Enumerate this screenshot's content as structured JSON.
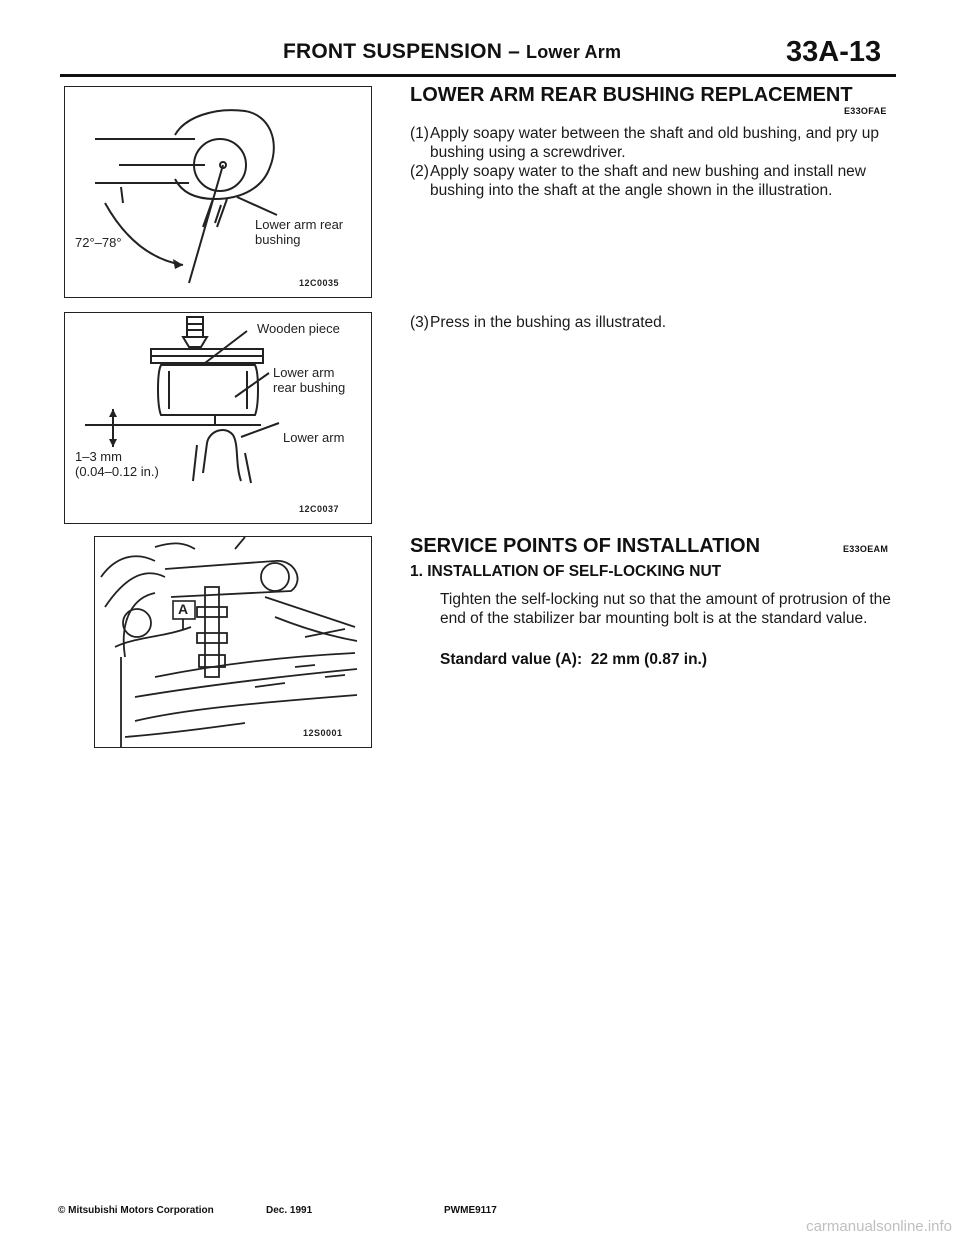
{
  "header": {
    "title": "FRONT SUSPENSION",
    "separator": " – ",
    "subtitle": "Lower Arm",
    "page_number": "33A-13"
  },
  "figures": [
    {
      "code": "12C0035",
      "labels": {
        "angle": "72°–78°",
        "part_line1": "Lower arm rear",
        "part_line2": "bushing"
      }
    },
    {
      "code": "12C0037",
      "labels": {
        "wooden_piece": "Wooden piece",
        "bushing_line1": "Lower arm",
        "bushing_line2": "rear bushing",
        "lower_arm": "Lower arm",
        "dimension_line1": "1–3 mm",
        "dimension_line2": "(0.04–0.12 in.)"
      }
    },
    {
      "code": "12S0001",
      "labels": {
        "marker": "A"
      }
    }
  ],
  "section1": {
    "heading": "LOWER ARM REAR BUSHING REPLACEMENT",
    "code": "E33OFAE",
    "steps": [
      {
        "num": "(1)",
        "text": "Apply soapy water between the shaft and old bushing, and pry up bushing using a screwdriver."
      },
      {
        "num": "(2)",
        "text": "Apply soapy water to the shaft and new bushing and install new bushing into the shaft at the angle shown in the illustration."
      },
      {
        "num": "(3)",
        "text": "Press in the bushing as illustrated."
      }
    ]
  },
  "section2": {
    "heading": "SERVICE POINTS OF INSTALLATION",
    "code": "E33OEAM",
    "item_title": "1.  INSTALLATION OF SELF-LOCKING NUT",
    "paragraph": "Tighten the self-locking nut so that the amount of protrusion of the end of the stabilizer bar mounting bolt is at the standard value.",
    "standard_label": "Standard value (A):",
    "standard_value": "22 mm (0.87 in.)"
  },
  "footer": {
    "copyright": "© Mitsubishi Motors Corporation",
    "date": "Dec. 1991",
    "doc_code": "PWME9117"
  },
  "watermark": "carmanualsonline.info"
}
